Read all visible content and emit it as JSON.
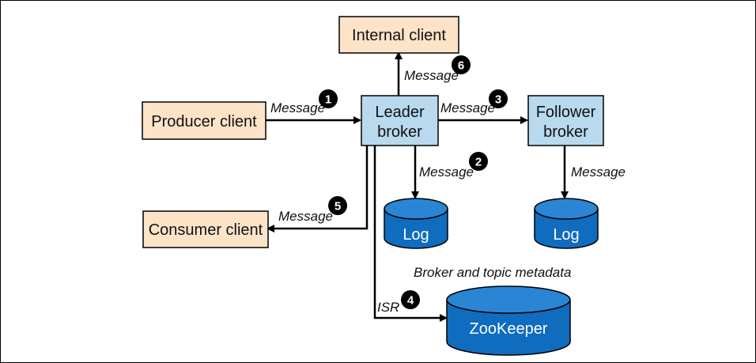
{
  "nodes": {
    "internal_client": "Internal client",
    "producer_client": "Producer client",
    "leader_broker": [
      "Leader",
      "broker"
    ],
    "follower_broker": [
      "Follower",
      "broker"
    ],
    "consumer_client": "Consumer client",
    "log_leader": "Log",
    "log_follower": "Log",
    "zookeeper": "ZooKeeper"
  },
  "edges": {
    "producer_to_leader": {
      "label": "Message",
      "step": "1"
    },
    "leader_to_log": {
      "label": "Message",
      "step": "2"
    },
    "leader_to_follower": {
      "label": "Message",
      "step": "3"
    },
    "leader_to_zookeeper": {
      "label": "ISR",
      "step": "4"
    },
    "leader_to_consumer": {
      "label": "Message",
      "step": "5"
    },
    "leader_to_internal": {
      "label": "Message",
      "step": "6"
    },
    "follower_to_log": {
      "label": "Message"
    }
  },
  "captions": {
    "zookeeper_metadata": "Broker and topic metadata"
  },
  "colors": {
    "client_fill": "#fde3c8",
    "broker_fill": "#b9d9ee",
    "database_fill": "#0f6cbf",
    "database_top": "#2a86d4",
    "badge_fill": "#000000",
    "arrow": "#000000"
  }
}
